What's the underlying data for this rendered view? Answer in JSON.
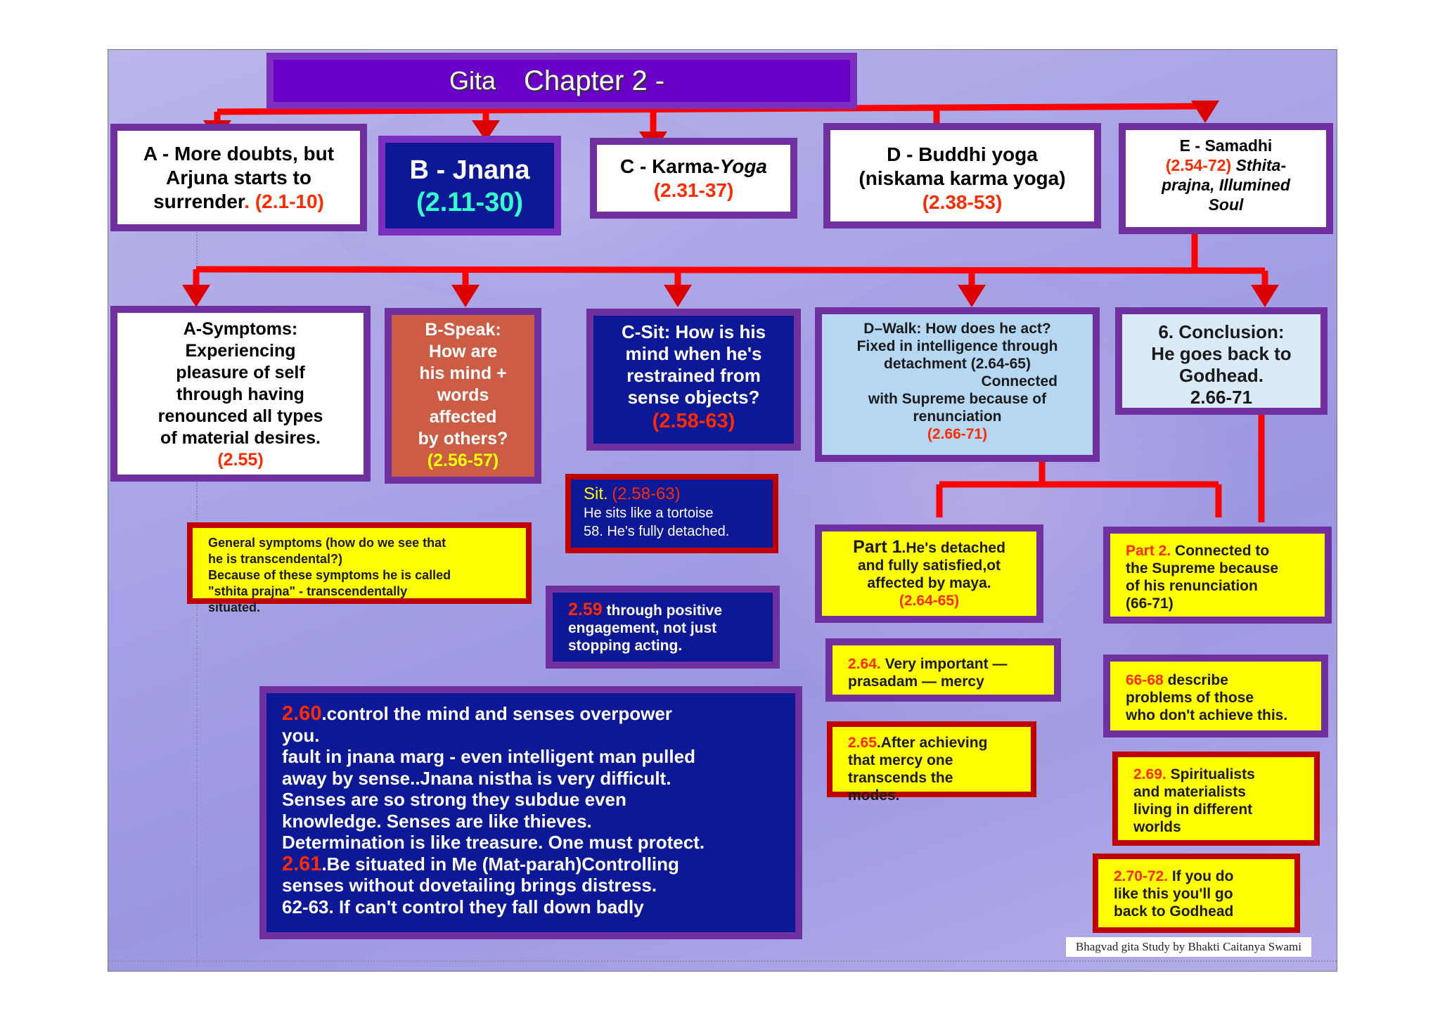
{
  "title": {
    "prefix": "Gita",
    "main": "Chapter 2 -"
  },
  "colors": {
    "frame": "#7030a0",
    "dark_box": "#0c1896",
    "yellow_box": "#ffff00",
    "red_border": "#c00000",
    "arrow": "#ff0000",
    "ref": "#ff2a00"
  },
  "sections": {
    "a": {
      "line1": "A - More doubts, but",
      "line2": "Arjuna starts to",
      "line3": "surrender",
      "punct": ".",
      "ref": "(2.1-10)"
    },
    "b": {
      "title": "B - Jnana",
      "ref": "(2.11-30)"
    },
    "c": {
      "label": "C - Karma-",
      "label_italic": "Yoga",
      "ref": "(2.31-37)"
    },
    "d": {
      "line1": "D - Buddhi yoga",
      "line2": "(niskama karma yoga)",
      "ref": "(2.38-53)"
    },
    "e": {
      "title": "E - Samadhi",
      "ref": "(2.54-72)",
      "italic1": "Sthita-",
      "italic2": "prajna, Illumined",
      "italic3": "Soul"
    }
  },
  "subsections": {
    "a": {
      "lines": [
        "A-Symptoms:",
        "Experiencing",
        "pleasure of self",
        "through having",
        "renounced all types",
        "of material desires."
      ],
      "ref": "(2.55)"
    },
    "b": {
      "lines": [
        "B-Speak:",
        "How are",
        "his mind +",
        "words",
        "affected",
        "by others?"
      ],
      "ref": "(2.56-57)"
    },
    "c": {
      "lines": [
        "C-Sit: How is his",
        "mind when he's",
        "restrained from",
        "sense objects?"
      ],
      "ref": "(2.58-63)"
    },
    "d": {
      "line1": "D–Walk: How does he act?",
      "line2": "Fixed in intelligence through",
      "line3": "detachment (2.64-65)",
      "line4": "Connected",
      "line5": "with Supreme because of",
      "line6": "renunciation",
      "ref": "(2.66-71)"
    },
    "e": {
      "lines": [
        "6. Conclusion:",
        "He goes back to",
        "Godhead."
      ],
      "ref": "2.66-71"
    }
  },
  "notes": {
    "general": {
      "lines": [
        "General symptoms (how do we see that",
        "he is transcendental?)",
        "Because of these symptoms he is called",
        "\"sthita prajna\" - transcendentally",
        "situated."
      ]
    },
    "sit": {
      "label": "Sit.",
      "ref": "(2.58-63)",
      "line1": "He sits like a tortoise",
      "line2": "58. He's fully detached."
    },
    "n259": {
      "ref": "2.59",
      "text1": "through positive",
      "text2": "engagement, not just",
      "text3": "stopping acting."
    },
    "n260": {
      "ref1": "2.60",
      "line1": ".control the mind and senses  overpower",
      "lines": [
        "you.",
        "fault in jnana marg - even intelligent man pulled",
        "away by sense..Jnana nistha is very difficult.",
        "Senses are so strong they subdue even",
        "knowledge. Senses are like thieves.",
        "Determination is like treasure. One must protect."
      ],
      "ref2": "2.61",
      "line2": ".Be situated in Me (Mat-parah)Controlling",
      "lines2": [
        "senses without dovetailing brings distress.",
        "62-63. If can't control they fall down badly"
      ]
    },
    "part1": {
      "label": "Part 1",
      "text1": ".He's detached",
      "text2": "and fully satisfied,ot",
      "text3": "affected by maya.",
      "ref": "(2.64-65)"
    },
    "part2": {
      "label": "Part 2.",
      "text1": "Connected to",
      "text2": "the Supreme because",
      "text3": "of his renunciation",
      "text4": "(66-71)"
    },
    "n264": {
      "ref": "2.64.",
      "text1": "Very important —",
      "text2": "prasadam — mercy"
    },
    "n265": {
      "ref": "2.65",
      "text1": ".After achieving",
      "text2": "that mercy one",
      "text3": "transcends the",
      "text4": "modes."
    },
    "n6668": {
      "ref": "66-68",
      "text1": "describe",
      "text2": "problems of those",
      "text3": "who don't achieve this."
    },
    "n269": {
      "ref": "2.69.",
      "text1": "Spiritualists",
      "text2": "and materialists",
      "text3": "living in different",
      "text4": "worlds"
    },
    "n2707": {
      "ref": "2.70-72.",
      "text1": "If you do",
      "text2": "like this you'll go",
      "text3": "back to Godhead"
    }
  },
  "credit": "Bhagvad gita Study by Bhakti Caitanya Swami"
}
